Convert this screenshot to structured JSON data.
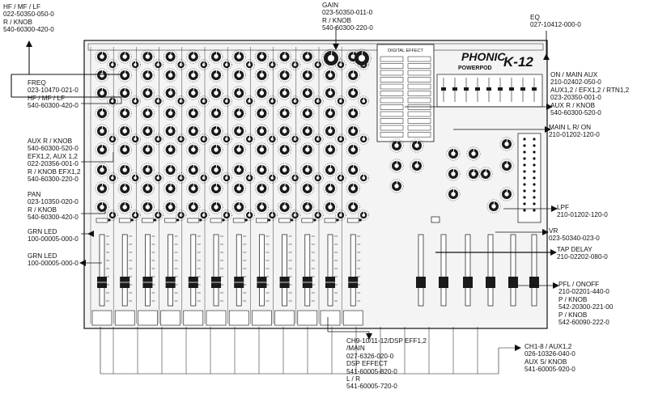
{
  "mixer": {
    "brand": "PHONIC",
    "model": "K-12",
    "series": "POWERPOD",
    "digital_effect": "DIGITAL EFFECT"
  },
  "labels": {
    "hf_mf_lf": [
      "HF / MF / LF",
      "022-50350-050-0",
      "R / KNOB",
      "540-60300-420-0"
    ],
    "gain": [
      "GAIN",
      "023-50350-011-0",
      "R / KNOB",
      "540-60300-220-0"
    ],
    "eq": [
      "EQ",
      "027-10412-000-0"
    ],
    "freq": [
      "FREQ",
      "023-10470-021-0",
      "HF / MF / LF",
      "540-60300-420-0"
    ],
    "on_main_aux": [
      "ON / MAIN AUX",
      "210-02402-050-0",
      "AUX1,2 / EFX1,2 / RTN1,2",
      "023-20350-001-0",
      "AUX R / KNOB",
      "540-60300-520-0"
    ],
    "main_lr_on": [
      "MAIN L R/ ON",
      "210-01202-120-0"
    ],
    "aux_r_knob": [
      "AUX R / KNOB",
      "540-60300-520-0",
      "EFX1,2, AUX 1,2",
      "022-20356-001-0",
      "R / KNOB EFX1,2",
      "540-60300-220-0"
    ],
    "pan": [
      "PAN",
      "023-10350-020-0",
      "R / KNOB",
      "540-60300-420-0"
    ],
    "grn_led_1": [
      "GRN LED",
      "100-00005-000-0"
    ],
    "grn_led_2": [
      "GRN LED",
      "100-00005-000-0"
    ],
    "lpf": [
      "LPF",
      "210-01202-120-0"
    ],
    "vr": [
      "VR",
      "023-50340-023-0"
    ],
    "tap_delay": [
      "TAP DELAY",
      "210-02202-080-0"
    ],
    "pfl_onoff": [
      "PFL / ONOFF",
      "210-02201-440-0",
      "P / KNOB",
      "542-20300-221-00",
      "P / KNOB",
      "542-60090-222-0"
    ],
    "ch9_dsp": [
      "CH9-10/11-12/DSP EFF1,2",
      "/MAIN",
      "027-6326-020-0",
      "DSP EFFECT",
      "541-60005-820-0",
      "L / R",
      "541-60005-720-0"
    ],
    "ch1_8": [
      "CH1-8 / AUX1,2",
      "026-10326-040-0",
      "AUX S/ KNOB",
      "541-60005-920-0"
    ]
  },
  "colors": {
    "ink": "#111111",
    "panel": "#f4f4f4",
    "knob": "#1a1a1a"
  }
}
